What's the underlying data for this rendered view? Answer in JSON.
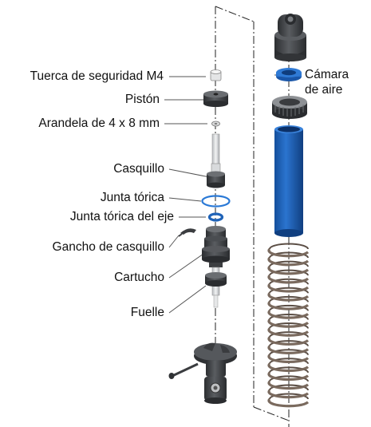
{
  "labels": {
    "locknut": "Tuerca de seguridad M4",
    "piston": "Pistón",
    "washer": "Arandela de 4 x 8 mm",
    "bushing": "Casquillo",
    "oring": "Junta tórica",
    "shaft_oring": "Junta tórica del eje",
    "bushing_clip": "Gancho de casquillo",
    "cartridge": "Cartucho",
    "bellows": "Fuelle",
    "air_chamber_line1": "Cámara",
    "air_chamber_line2": "de aire"
  },
  "colors": {
    "dark_part": "#3d3f42",
    "mid_part": "#55585c",
    "light_part": "#9a9da1",
    "blue": "#1f63b8",
    "blue_dark": "#124a91",
    "spring": "#7a6a5e",
    "leader": "#555555"
  }
}
